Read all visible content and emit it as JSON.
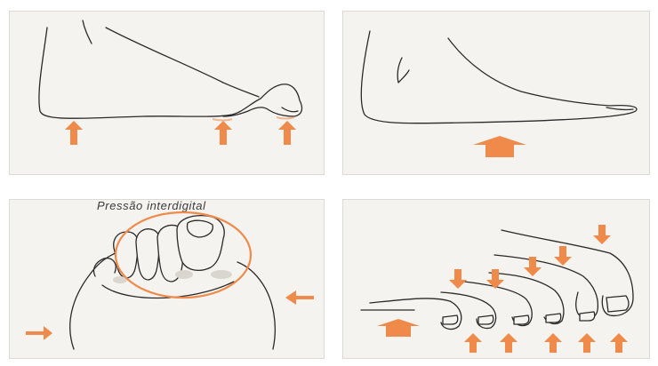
{
  "panels": {
    "forefoot_side": {
      "arrow_count": 3,
      "icon": "foot-side-view-icon"
    },
    "flat_foot_side": {
      "arrow_count": 1,
      "icon": "foot-side-view-icon"
    },
    "interdigital": {
      "caption": "Pressão interdigital",
      "arrow_count": 2,
      "icon": "foot-front-view-icon"
    },
    "toes_side": {
      "arrow_count": 11,
      "icon": "toes-side-view-icon"
    }
  },
  "colors": {
    "accent": "#f08a4b",
    "panel_bg": "#f4f3ef",
    "line": "#2a2a2a"
  }
}
